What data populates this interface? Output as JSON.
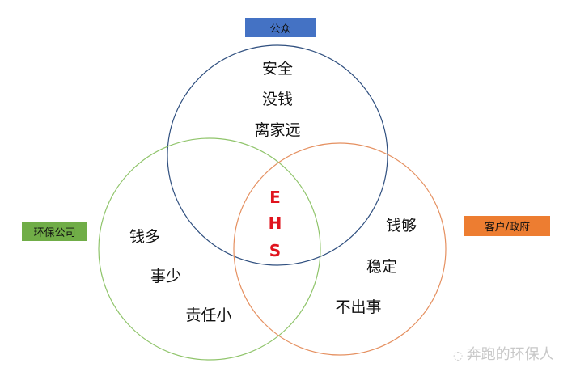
{
  "labels": {
    "public": "公众",
    "company": "环保公司",
    "client": "客户/政府"
  },
  "public_items": [
    "安全",
    "没钱",
    "离家远"
  ],
  "company_items": [
    "钱多",
    "事少",
    "责任小"
  ],
  "client_items": [
    "钱够",
    "稳定",
    "不出事"
  ],
  "center": [
    "E",
    "H",
    "S"
  ],
  "watermark": "奔跑的环保人",
  "colors": {
    "public": "#4472c4",
    "company": "#70ad47",
    "client": "#ed7d31",
    "center": "#e0141e",
    "public_circle": "#2f4f7f"
  }
}
